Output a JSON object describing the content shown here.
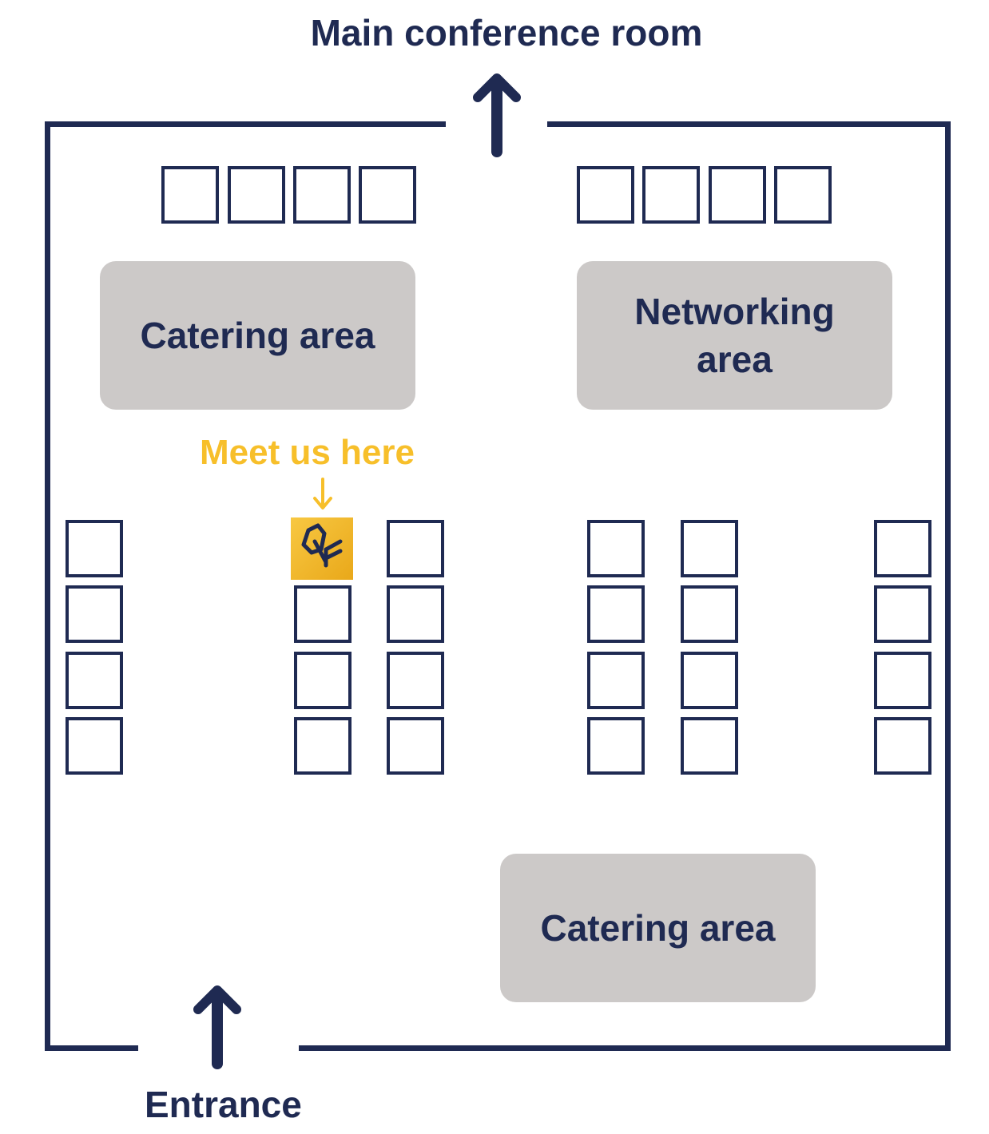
{
  "labels": {
    "top_exit": "Main conference room",
    "entrance": "Entrance",
    "meet": "Meet us here"
  },
  "zones": {
    "catering_top": "Catering area",
    "networking_line1": "Networking",
    "networking_line2": "area",
    "catering_bottom": "Catering area"
  },
  "colors": {
    "wall": "#1f2a52",
    "zone_fill": "#ccc9c8",
    "accent": "#f7bf2a"
  },
  "icons": {
    "exit_arrow": "arrow-up-icon",
    "entrance_arrow": "arrow-up-icon",
    "pointer": "arrow-down-icon",
    "brand": "company-logo-icon"
  }
}
